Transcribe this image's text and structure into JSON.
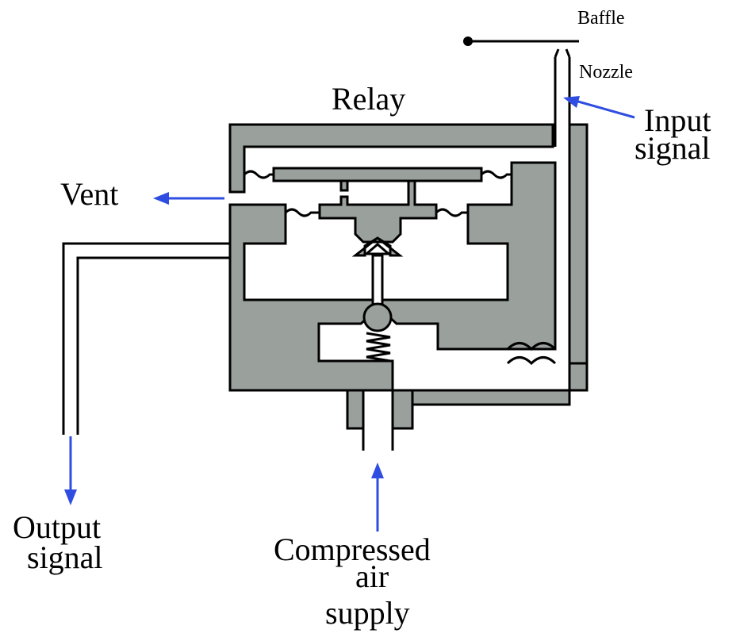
{
  "labels": {
    "baffle": "Baffle",
    "nozzle": "Nozzle",
    "relay": "Relay",
    "input_signal_line1": "Input",
    "input_signal_line2": "signal",
    "vent": "Vent",
    "output_signal_line1": "Output",
    "output_signal_line2": "signal",
    "supply_line1": "Compressed",
    "supply_line2": "air",
    "supply_line3": "supply"
  },
  "colors": {
    "relay_body": "#9aa19d",
    "arrows": "#2f4de0",
    "outline": "#000000",
    "background": "#ffffff"
  }
}
